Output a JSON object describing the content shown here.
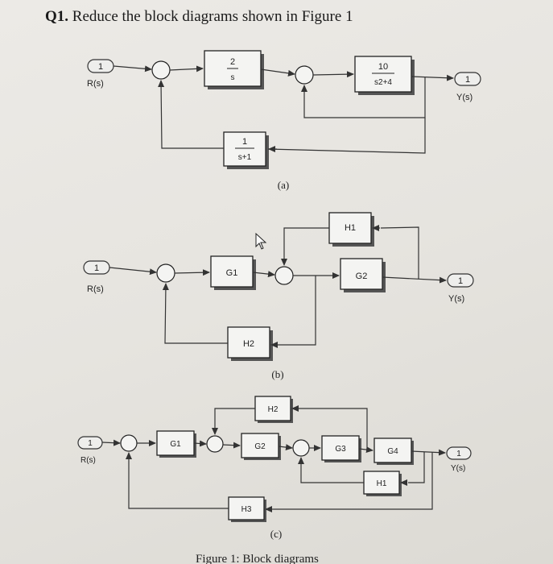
{
  "title": {
    "number": "Q1.",
    "text": "Reduce the block diagrams shown in Figure 1"
  },
  "diagram_a": {
    "input_port": "1",
    "input_label": "R(s)",
    "output_port": "1",
    "output_label": "Y(s)",
    "block1_num": "2",
    "block1_den": "s",
    "block2_num": "10",
    "block2_den": "s2+4",
    "feedback_num": "1",
    "feedback_den": "s+1",
    "caption": "(a)"
  },
  "diagram_b": {
    "input_port": "1",
    "input_label": "R(s)",
    "output_port": "1",
    "output_label": "Y(s)",
    "g1": "G1",
    "g2": "G2",
    "h1": "H1",
    "h2": "H2",
    "caption": "(b)"
  },
  "diagram_c": {
    "input_port": "1",
    "input_label": "R(s)",
    "output_port": "1",
    "output_label": "Y(s)",
    "g1": "G1",
    "g2": "G2",
    "g3": "G3",
    "g4": "G4",
    "h1": "H1",
    "h2": "H2",
    "h3": "H3",
    "caption": "(c)"
  },
  "figure_caption": "Figure 1: Block diagrams"
}
